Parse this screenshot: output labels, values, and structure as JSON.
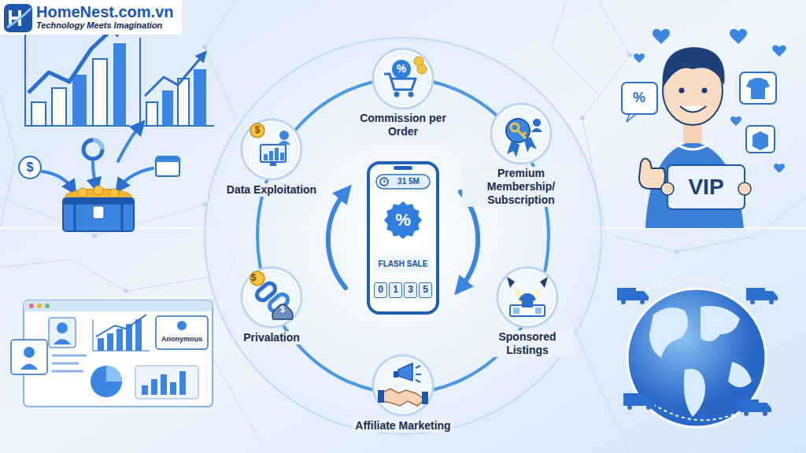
{
  "diagram": {
    "nodes": [
      {
        "text": [
          "HomeNest.com.vn",
          "Technology Meets Imagination"
        ]
      },
      {
        "text": [
          "Commission per Order"
        ]
      },
      {
        "text": [
          "Data Exploitation"
        ]
      },
      {
        "text": [
          "Premium Membership/ Subscription"
        ]
      },
      {
        "text": [
          "31 5M",
          "%",
          "FLASH SALE"
        ]
      },
      {
        "text": [
          "0"
        ],
        "in": 4
      },
      {
        "text": [
          "1"
        ],
        "in": 4
      },
      {
        "text": [
          "3"
        ],
        "in": 4
      },
      {
        "text": [
          "5"
        ],
        "in": 4
      },
      {
        "text": [
          "Privalation"
        ]
      },
      {
        "text": [
          "Sponsored Listings"
        ]
      },
      {
        "text": [
          "Affiliate Marketing"
        ]
      }
    ],
    "labels": [
      "$",
      "$",
      "%",
      "$",
      "$",
      "%",
      "VIP",
      "Anonymous"
    ]
  }
}
